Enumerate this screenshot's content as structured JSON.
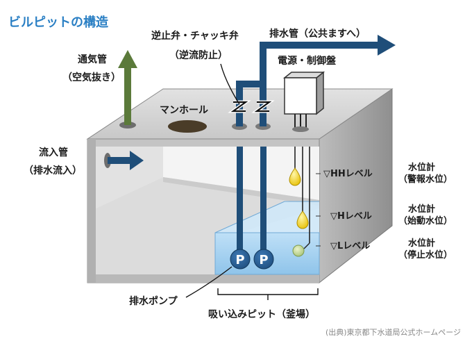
{
  "title": "ビルピットの構造",
  "labels": {
    "vent_pipe": "通気管",
    "vent_pipe_note": "（空気抜き）",
    "check_valve": "逆止弁・チャッキ弁",
    "check_valve_note": "（逆流防止）",
    "discharge_pipe": "排水管（公共ますへ）",
    "control_panel": "電源・制御盤",
    "manhole": "マンホール",
    "inflow_pipe": "流入管",
    "inflow_pipe_note": "（排水流入）",
    "hh_level": "▽HHレベル",
    "h_level": "▽Hレベル",
    "l_level": "▽Lレベル",
    "gauge_alarm": "水位計",
    "gauge_alarm_note": "（警報水位）",
    "gauge_start": "水位計",
    "gauge_start_note": "（始動水位）",
    "gauge_stop": "水位計",
    "gauge_stop_note": "（停止水位）",
    "pump": "排水ポンプ",
    "pit": "吸い込みピット（釜場）",
    "pump_symbol": "P"
  },
  "credit": "(出典)東京都下水道局公式ホームページ",
  "colors": {
    "title": "#2a7fc4",
    "pipe": "#1f4e79",
    "vent_pipe": "#5b7a3a",
    "water": "#a9d3f2",
    "gauge_yellow": "#f2d21c",
    "concrete_light": "#eeeeee",
    "concrete_mid": "#cfcfcf",
    "concrete_dark": "#9d9d9d"
  }
}
